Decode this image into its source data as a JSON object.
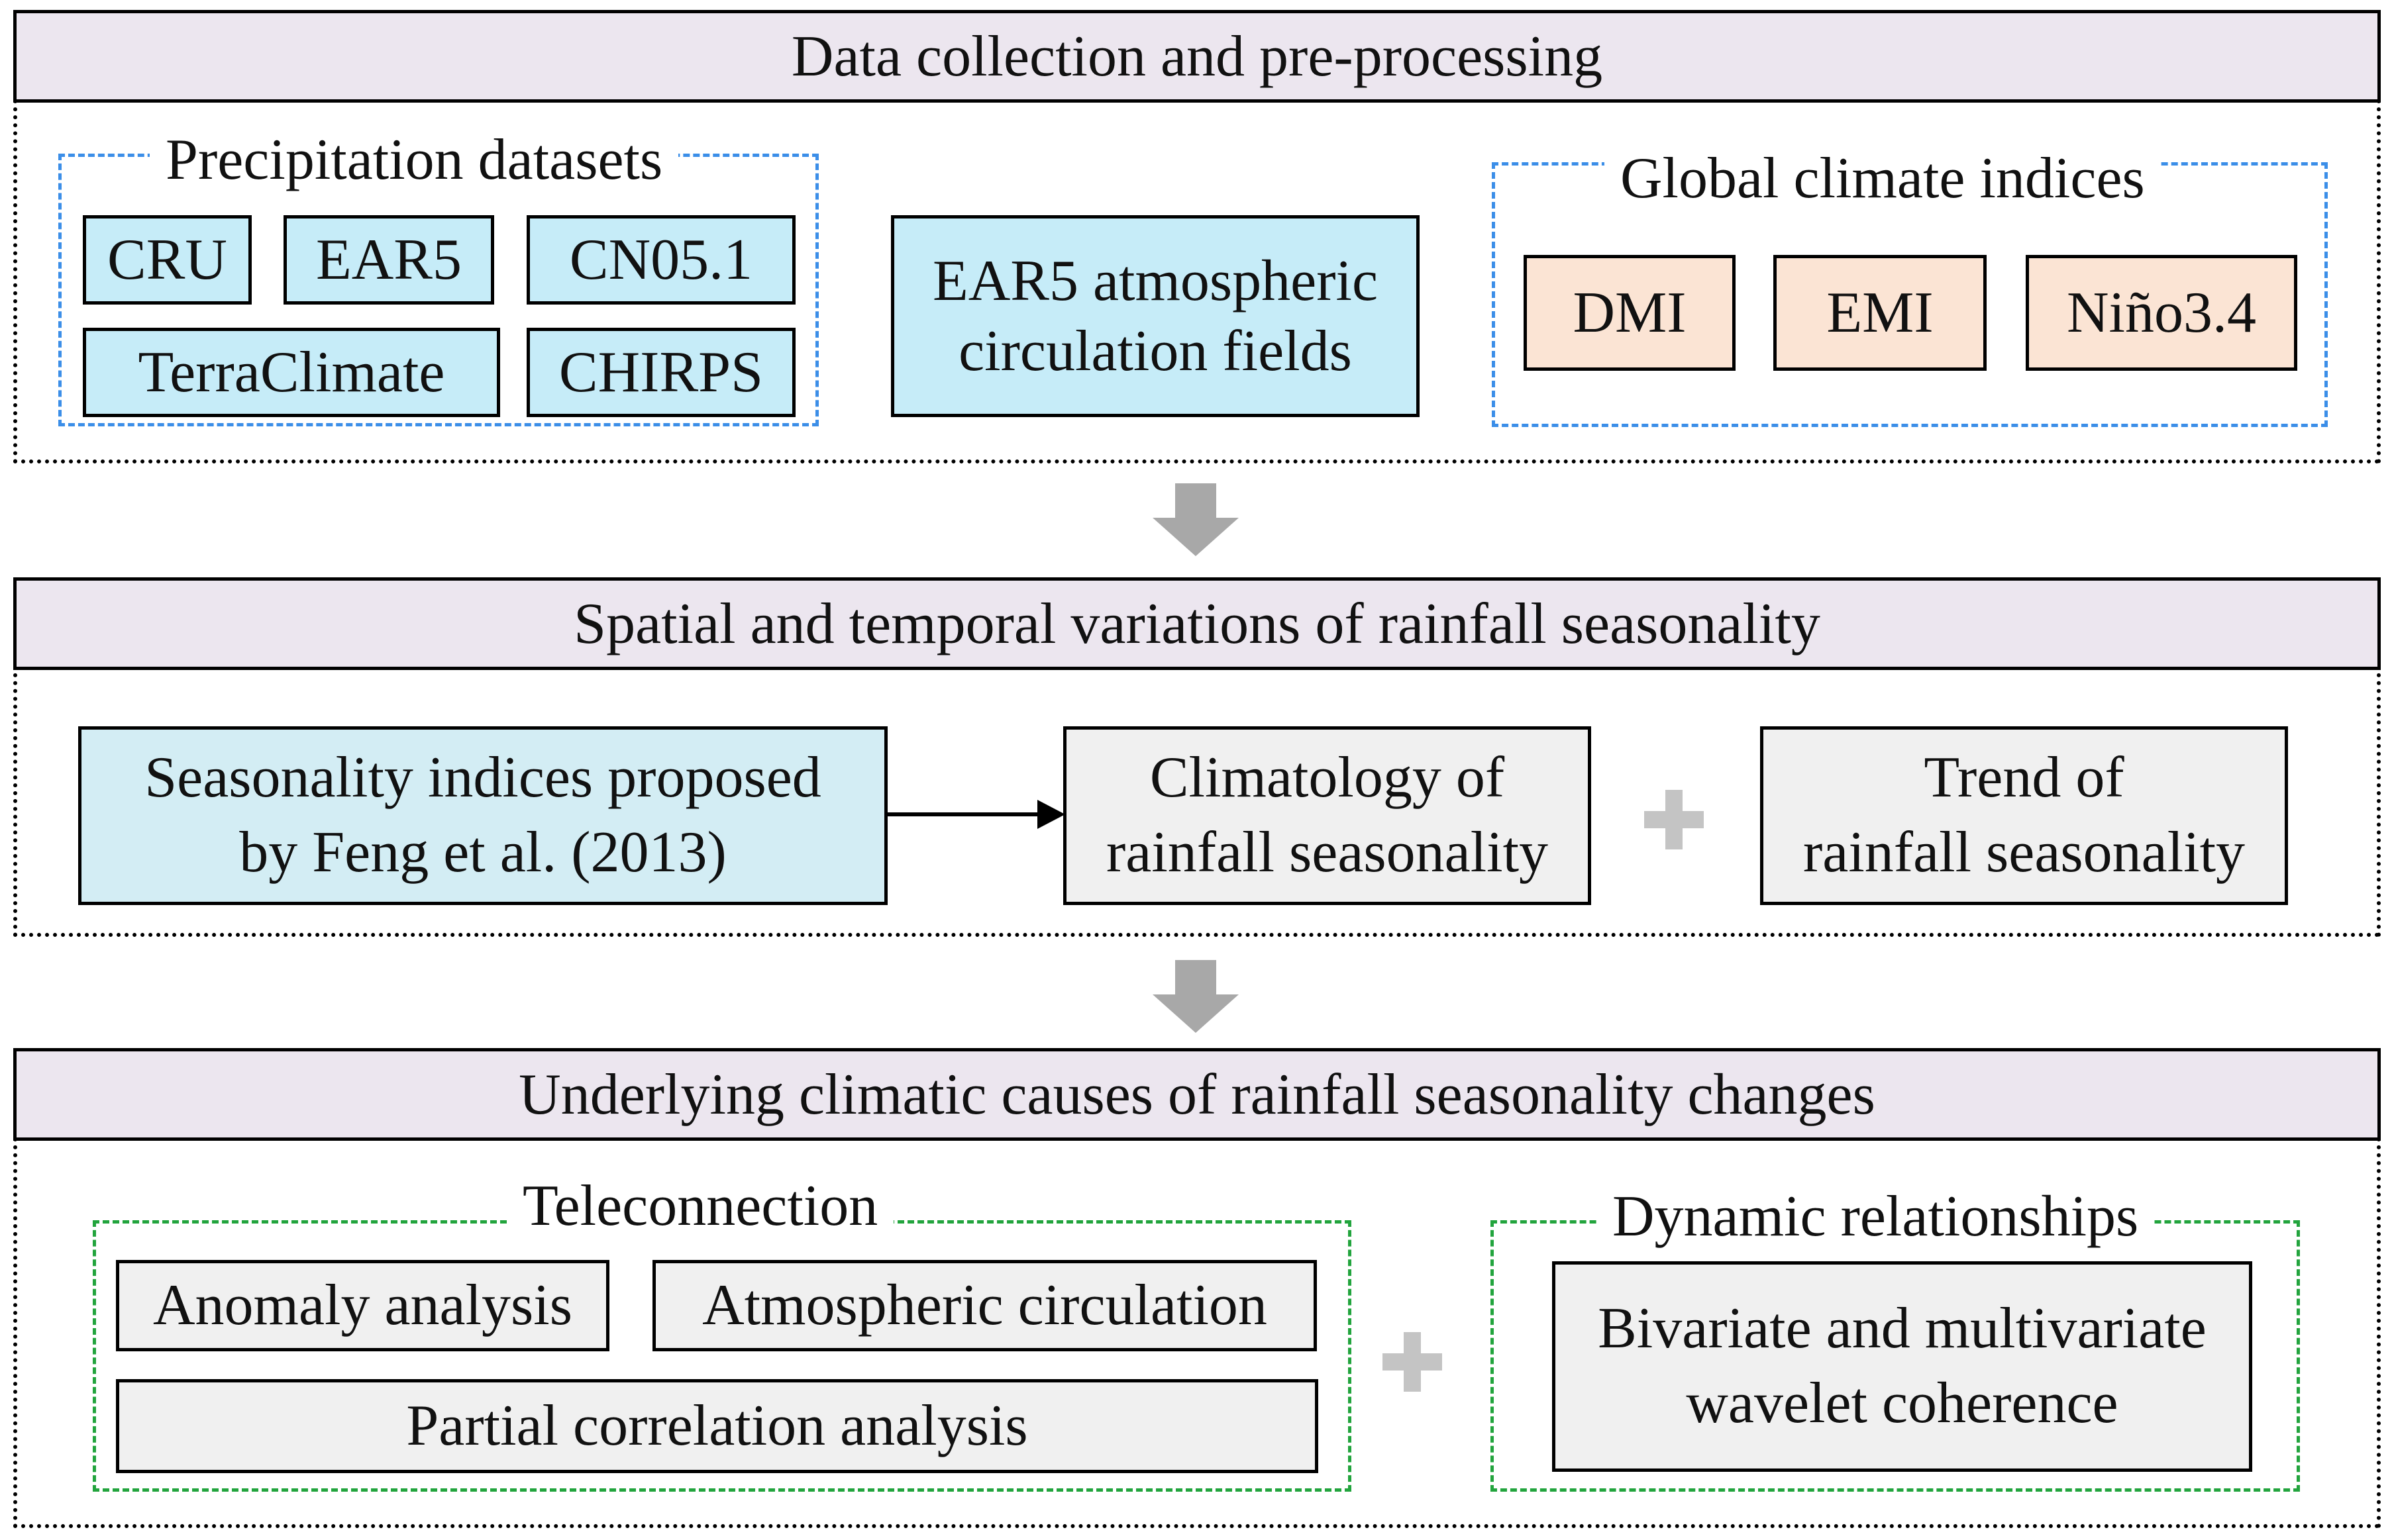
{
  "sections": {
    "data": {
      "title": "Data collection and pre-processing",
      "precip_group": {
        "title": "Precipitation datasets",
        "items": [
          "CRU",
          "EAR5",
          "CN05.1",
          "TerraClimate",
          "CHIRPS"
        ]
      },
      "circulation": {
        "line1": "EAR5 atmospheric",
        "line2": "circulation fields"
      },
      "indices_group": {
        "title": "Global climate indices",
        "items": [
          "DMI",
          "EMI",
          "Niño3.4"
        ]
      }
    },
    "variations": {
      "title": "Spatial and temporal variations of rainfall seasonality",
      "indices_box": {
        "line1": "Seasonality indices proposed",
        "line2": "by Feng et al. (2013)"
      },
      "climatology_box": {
        "line1": "Climatology of",
        "line2": "rainfall seasonality"
      },
      "trend_box": {
        "line1": "Trend of",
        "line2": "rainfall seasonality"
      }
    },
    "causes": {
      "title": "Underlying climatic causes of rainfall seasonality changes",
      "teleconnection": {
        "title": "Teleconnection",
        "items": [
          "Anomaly analysis",
          "Atmospheric circulation",
          "Partial correlation analysis"
        ]
      },
      "dynamic": {
        "title": "Dynamic relationships",
        "box": {
          "line1": "Bivariate and multivariate",
          "line2": "wavelet coherence"
        }
      }
    }
  },
  "colors": {
    "header_fill": "#ece6ef",
    "dataset_fill": "#c6ecf8",
    "index_fill": "#fbe4d4",
    "analysis_fill": "#f0f0f0",
    "blue_dash": "#3b8ee8",
    "green_dash": "#22a43d",
    "connector_gray": "#a8a8a8"
  }
}
